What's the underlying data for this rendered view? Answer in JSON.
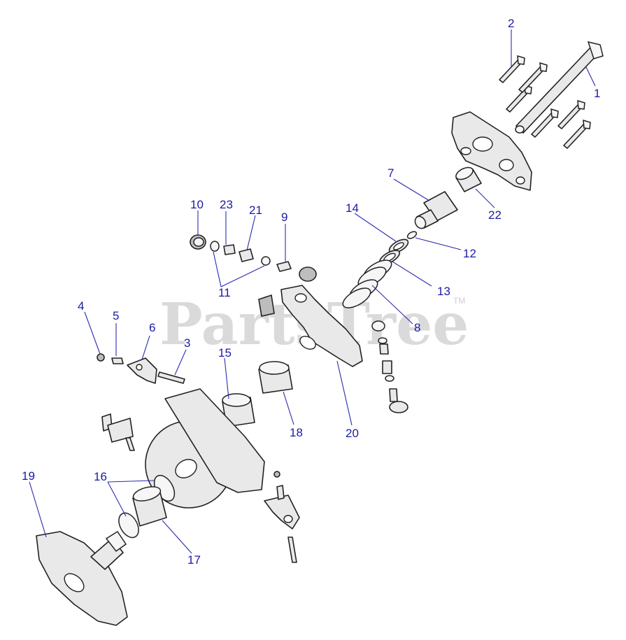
{
  "watermark": {
    "text": "PartsTree",
    "trademark": "TM"
  },
  "callouts": [
    "1",
    "2",
    "3",
    "4",
    "5",
    "6",
    "7",
    "8",
    "9",
    "10",
    "11",
    "12",
    "13",
    "14",
    "15",
    "16",
    "17",
    "18",
    "19",
    "20",
    "21",
    "22",
    "23"
  ],
  "colors": {
    "callout": "#1a1aa6",
    "line": "#222222",
    "part_fill": "#e9e9e9"
  }
}
